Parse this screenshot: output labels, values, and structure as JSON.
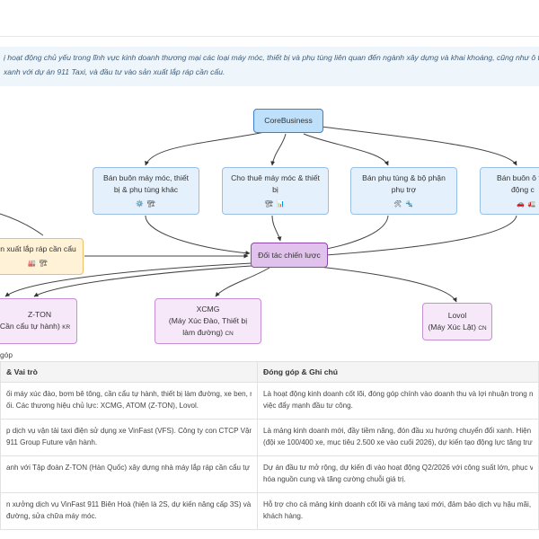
{
  "note": {
    "line1": "ị hoạt động chủ yếu trong lĩnh vực kinh doanh thương mại các loại máy móc, thiết bị và phụ tùng liên quan đến ngành xây dựng và khai khoáng, cũng như ô tô và xe cô",
    "line2": "xanh với dự án 911 Taxi, và đầu tư vào sản xuất lắp ráp cần cẩu."
  },
  "nodes": {
    "core": {
      "label": "CoreBusiness"
    },
    "wholesale": {
      "line1": "Bán buôn máy móc, thiết",
      "line2": "bị & phụ tùng khác",
      "emoji": "⚙️ 🏗"
    },
    "rental": {
      "line1": "Cho thuê máy móc & thiết",
      "line2": "bị",
      "emoji": "🏗 📊"
    },
    "parts": {
      "line1": "Bán phụ tùng & bộ phận",
      "line2": "phụ trợ",
      "emoji": "🛠 🔩"
    },
    "auto": {
      "line1": "Bán buôn ô tô",
      "line2": "động c",
      "emoji": "🚗 🚛"
    },
    "assembly": {
      "line1": "n xuất lắp ráp cần cẩu",
      "emoji": "🏭 🏗"
    },
    "partners": {
      "label": "Đối tác chiến lược"
    },
    "zton": {
      "line1": "Z-TON",
      "line2": "Cần cẩu tự hành)",
      "tag": "KR"
    },
    "xcmg": {
      "line1": "XCMG",
      "line2": "(Máy Xúc Đào, Thiết bị",
      "line3": "làm đường)",
      "tag": "CN"
    },
    "lovol": {
      "line1": "Lovol",
      "line2": "(Máy Xúc Lật)",
      "tag": "CN"
    }
  },
  "section_label": "góp",
  "table": {
    "headers": [
      "& Vai trò",
      "Đóng góp & Ghi chú"
    ],
    "rows": [
      {
        "c1": [
          "ối máy xúc đào, bơm bê tông, cần cẩu tự hành, thiết bị làm đường, xe ben, máy ép",
          "ối. Các thương hiệu chủ lực: XCMG, ATOM (Z-TON), Lovol."
        ],
        "c2": [
          "Là hoạt động kinh doanh cốt lõi, đóng góp chính vào doanh thu và lợi nhuận trong nhiều",
          "việc đẩy mạnh đầu tư công."
        ]
      },
      {
        "c1": [
          "p dịch vụ vận tải taxi điện sử dụng xe VinFast (VFS). Công ty con CTCP Vận tải và",
          "911 Group Future vận hành."
        ],
        "c2": [
          "Là mảng kinh doanh mới, đầy tiềm năng, đón đầu xu hướng chuyển đổi xanh. Hiện đang t",
          "(đội xe 100/400 xe, mục tiêu 2.500 xe vào cuối 2026), dự kiến tạo động lực tăng trưởng mớ"
        ]
      },
      {
        "c1": [
          "anh với Tập đoàn Z-TON (Hàn Quốc) xây dựng nhà máy lắp ráp cần cẩu tự hành tại",
          ""
        ],
        "c2": [
          "Dự án đầu tư mở rộng, dự kiến đi vào hoạt động Q2/2026 với công suất lớn, phục vụ cả th",
          "hóa nguồn cung và tăng cường chuỗi giá trị."
        ]
      },
      {
        "c1": [
          "n xưởng dịch vụ VinFast 911 Biên Hoà (hiện là 2S, dự kiến nâng cấp 3S) và các dịch",
          "đường, sửa chữa máy móc."
        ],
        "c2": [
          "Hỗ trợ cho cả mảng kinh doanh cốt lõi và mảng taxi mới, đảm bảo dịch vụ hậu mãi, tạo ng",
          "khách hàng."
        ]
      }
    ]
  }
}
